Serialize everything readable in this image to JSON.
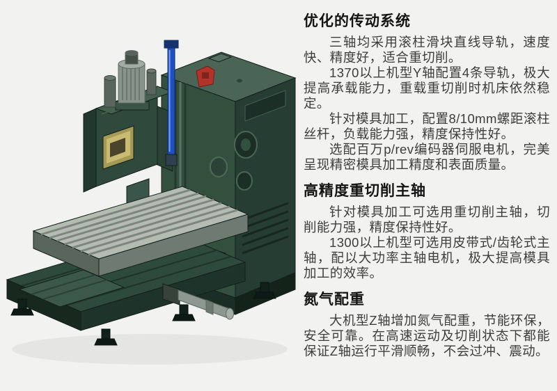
{
  "sections": [
    {
      "title": "优化的传动系统",
      "paragraphs": [
        "三轴均采用滚柱滑块直线导轨，速度快、精度好，适合重切削。",
        "1370以上机型Y轴配置4条导轨，极大提高承载能力，重载重切削时机床依然稳定。",
        "针对模具加工，配置8/10mm螺距滚柱丝杆，负载能力强，精度保持性好。",
        "选配百万p/rev编码器伺服电机，完美呈现精密模具加工精度和表面质量。"
      ]
    },
    {
      "title": "高精度重切削主轴",
      "paragraphs": [
        "针对模具加工可选用重切削主轴，切削能力强，精度保持性好。",
        "1300以上机型可选用皮带式/齿轮式主轴，配以大功率主轴电机，极大提高模具加工的效率。"
      ]
    },
    {
      "title": "氮气配重",
      "paragraphs": [
        "大机型Z轴增加氮气配重，节能环保，安全可靠。在高速运动及切削状态下都能保证Z轴运行平滑顺畅，不会过冲、震动。"
      ]
    }
  ],
  "illustration": {
    "name": "cnc-vertical-machining-center-isometric",
    "colors": {
      "background": "#f2f2f0",
      "body_light": "#4a6456",
      "body_mid": "#33503f",
      "body_dark": "#263d33",
      "body_deep": "#1e332a",
      "head_front": "#2f4a3d",
      "base_top": "#2e4a3c",
      "table_top": "#b4bcb2",
      "table_side": "#6f7b72",
      "slot_line": "#7b877d",
      "metal_gray": "#8d9990",
      "motor_gray": "#87938b",
      "accent_blue": "#1f4fc0",
      "accent_red": "#b23329",
      "accent_yellow": "#c9bc72"
    }
  }
}
